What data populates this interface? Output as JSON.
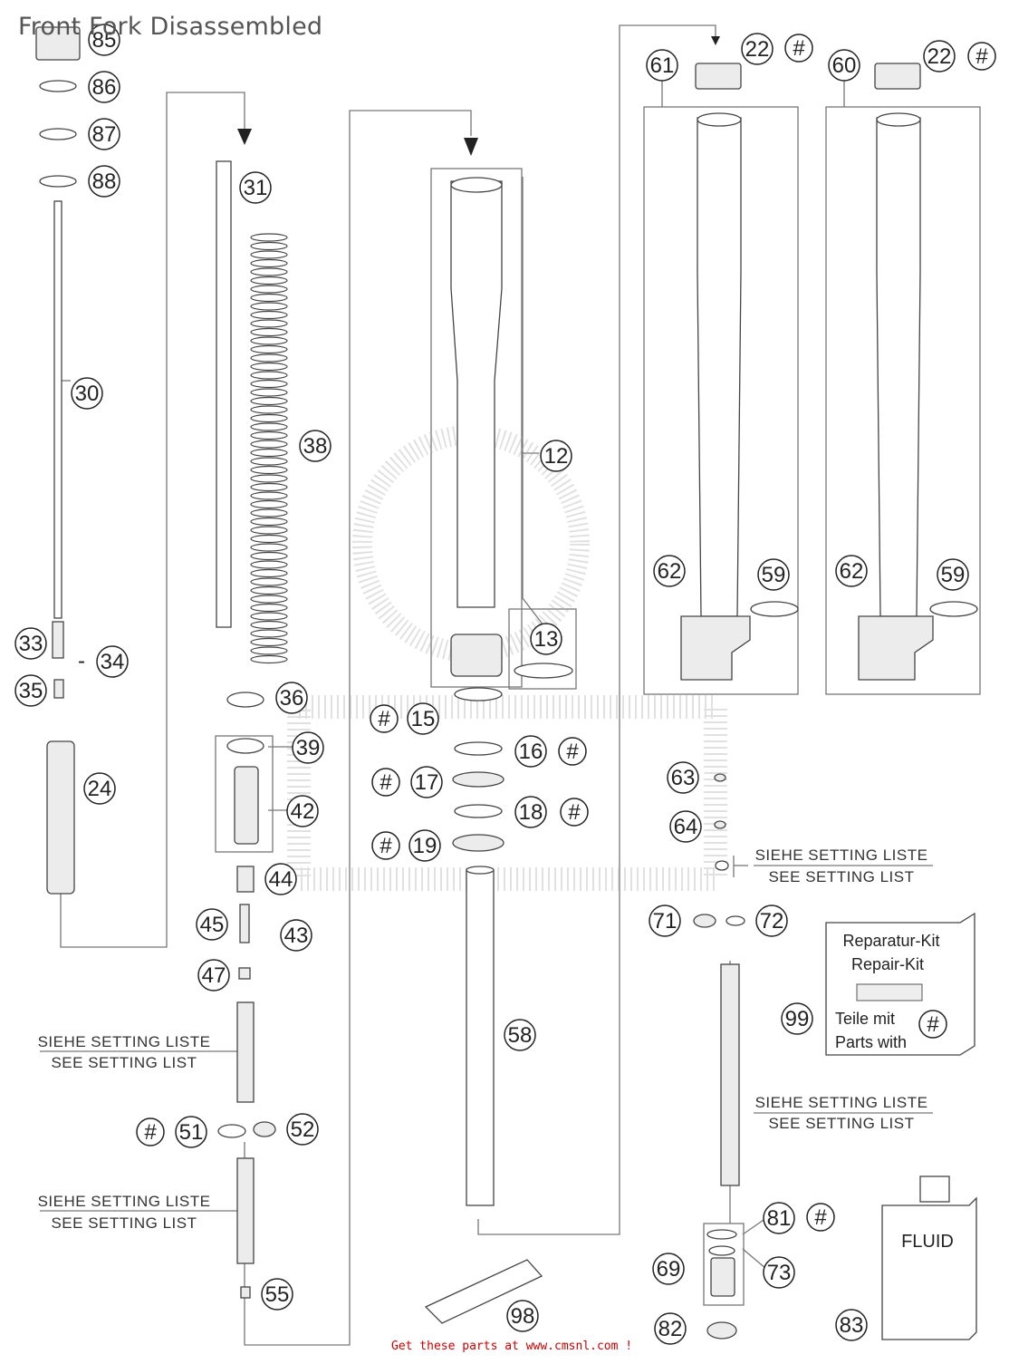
{
  "title": "Front Fork Disassembled",
  "footer": "Get these parts at www.cmsnl.com  !",
  "kit_box": {
    "line1": "Reparatur-Kit",
    "line2": "Repair-Kit",
    "line3": "Teile mit",
    "line4": "Parts with",
    "symbol": "#"
  },
  "fluid_label": "FLUID",
  "setting_notes": [
    {
      "line1": "SIEHE SETTING LISTE",
      "line2": "SEE SETTING LIST"
    },
    {
      "line1": "SIEHE SETTING LISTE",
      "line2": "SEE SETTING LIST"
    },
    {
      "line1": "SIEHE SETTING LISTE",
      "line2": "SEE SETTING LIST"
    },
    {
      "line1": "SIEHE SETTING LISTE",
      "line2": "SEE SETTING LIST"
    }
  ],
  "callouts": {
    "c85": "85",
    "c86": "86",
    "c87": "87",
    "c88": "88",
    "c30": "30",
    "c31": "31",
    "c38": "38",
    "c33": "33",
    "c34": "34",
    "c35": "35",
    "c24": "24",
    "c36": "36",
    "c39": "39",
    "c42": "42",
    "c44": "44",
    "c45": "45",
    "c43": "43",
    "c47": "47",
    "c51": "51",
    "c52": "52",
    "c55": "55",
    "c12": "12",
    "c13": "13",
    "c15": "15",
    "c16": "16",
    "c17": "17",
    "c18": "18",
    "c19": "19",
    "c58": "58",
    "c98": "98",
    "c61": "61",
    "c60": "60",
    "c22a": "22",
    "c22b": "22",
    "c62a": "62",
    "c62b": "62",
    "c59a": "59",
    "c59b": "59",
    "c63": "63",
    "c64": "64",
    "c71": "71",
    "c72": "72",
    "c99": "99",
    "c81": "81",
    "c69": "69",
    "c73": "73",
    "c82": "82",
    "c83": "83"
  },
  "hash": "#",
  "dash": "-"
}
